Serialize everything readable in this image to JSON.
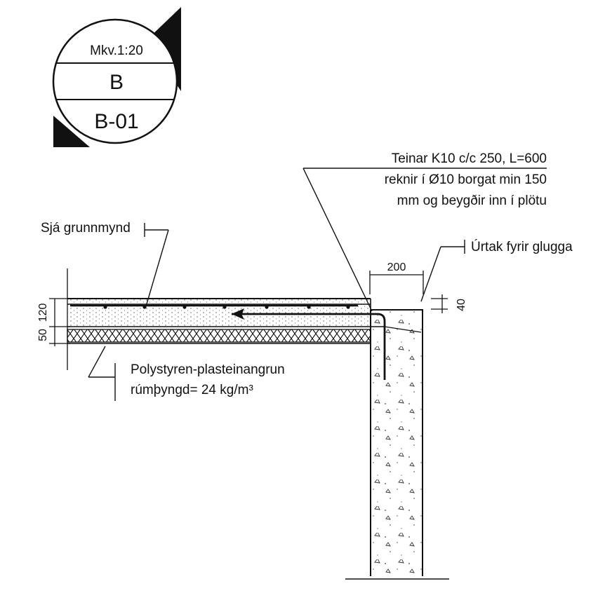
{
  "stamp": {
    "scale": "Mkv.1:20",
    "detail": "B",
    "sheet": "B-01"
  },
  "annotations": {
    "rebar_line1": "Teinar K10 c/c 250,  L=600",
    "rebar_line2": "reknir í Ø10 borgat min 150",
    "rebar_line3": "mm og beygðir inn í plötu",
    "see_plan": "Sjá grunnmynd",
    "window_recess": "Úrtak fyrir glugga",
    "insulation_line1": "Polystyren-plasteinangrun",
    "insulation_line2": "rúmþyngd= 24 kg/m³"
  },
  "dimensions": {
    "slab_thickness": "120",
    "insulation_thickness": "50",
    "recess_width": "200",
    "recess_depth": "40"
  },
  "colors": {
    "ink": "#111111",
    "paper": "#ffffff"
  }
}
